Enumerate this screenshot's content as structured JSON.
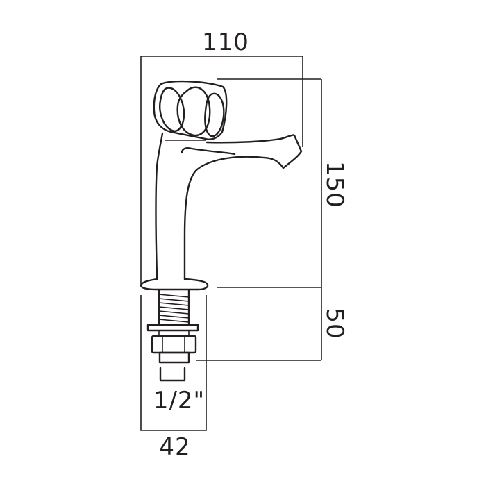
{
  "dimensions": {
    "top_width": "110",
    "tap_height": "150",
    "shank_length": "50",
    "thread_size": "1/2\"",
    "base_width": "42"
  },
  "colors": {
    "line": "#231f20",
    "background": "#ffffff"
  },
  "components": {
    "handle": "handle",
    "spout": "spout",
    "body": "body",
    "base-flange": "flange",
    "threaded-shank": "shank",
    "back-nut": "nut",
    "connector": "connector"
  }
}
